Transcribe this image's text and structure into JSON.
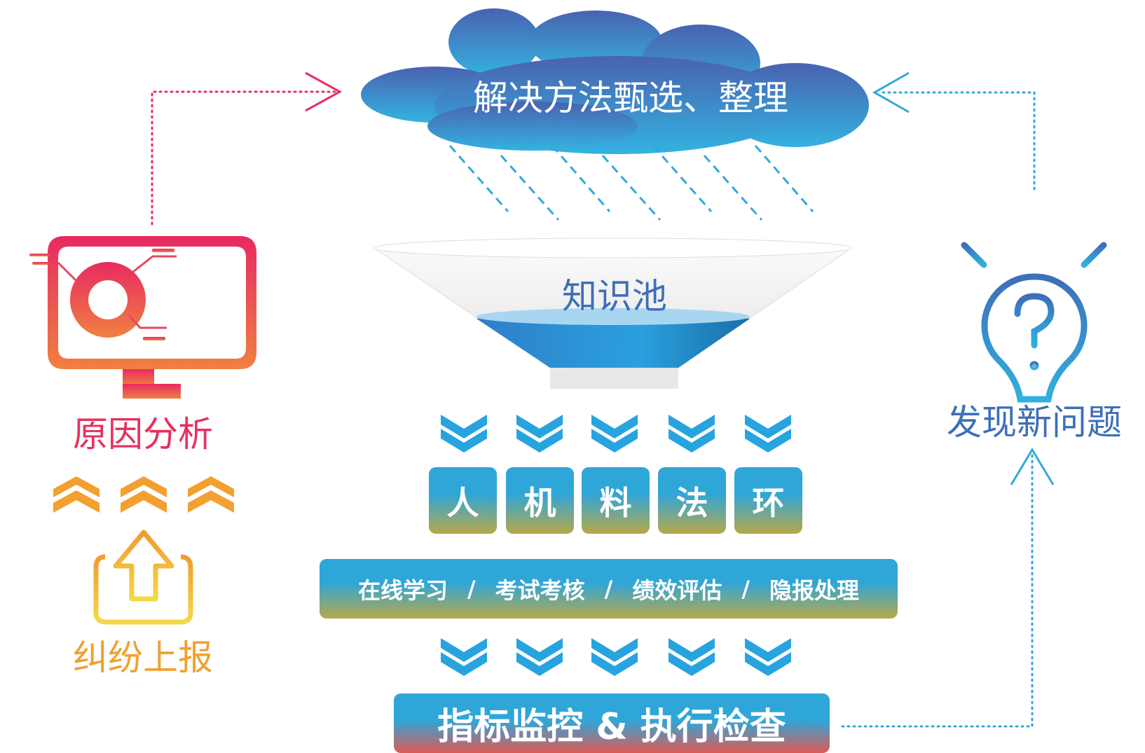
{
  "cloud": {
    "title": "解决方法甄选、整理"
  },
  "funnel": {
    "label": "知识池"
  },
  "left": {
    "analysis_label": "原因分析",
    "report_label": "纠纷上报"
  },
  "right": {
    "label": "发现新问题"
  },
  "factors": [
    "人",
    "机",
    "料",
    "法",
    "环"
  ],
  "activities": [
    "在线学习",
    "考试考核",
    "绩效评估",
    "隐报处理"
  ],
  "separator": "/",
  "bottom": {
    "label": "指标监控 & 执行检查"
  },
  "colors": {
    "pink": "#e8305e",
    "orange": "#f0a030",
    "blue": "#27a4df",
    "navy": "#3d6fb8"
  }
}
